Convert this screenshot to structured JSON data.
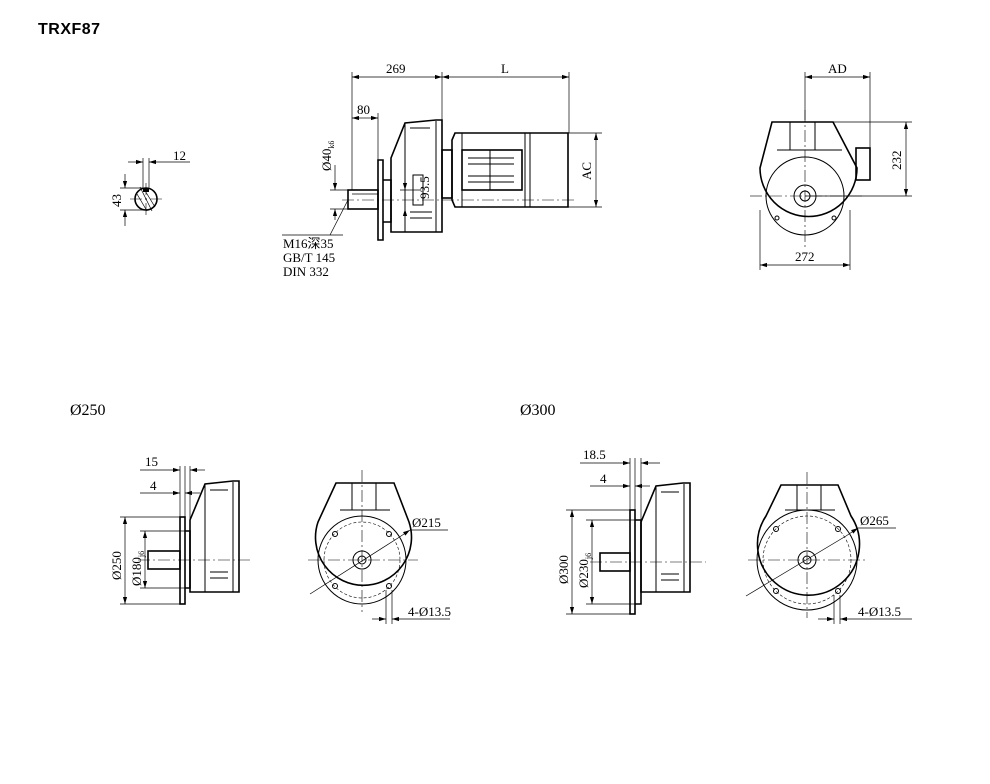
{
  "title": "TRXF87",
  "shaft_section": {
    "width": "12",
    "height": "43"
  },
  "side_view": {
    "dim_flange_to_center": "269",
    "dim_motor_length": "L",
    "dim_shaft_length": "80",
    "dim_shaft_diameter": "Ø40",
    "dim_shaft_diameter_tol": "k6",
    "dim_key_height": "93.5",
    "dim_motor_diameter": "AC",
    "thread_note_1": "M16深35",
    "thread_note_2": "GB/T 145",
    "thread_note_3": "DIN 332"
  },
  "front_view": {
    "dim_ad": "AD",
    "dim_height": "232",
    "dim_width": "272"
  },
  "flange_250": {
    "heading": "Ø250",
    "dim_15": "15",
    "dim_4": "4",
    "dim_outer": "Ø250",
    "dim_spigot": "Ø180",
    "dim_spigot_tol": "j6",
    "dim_pcd": "Ø215",
    "dim_holes": "4-Ø13.5"
  },
  "flange_300": {
    "heading": "Ø300",
    "dim_18_5": "18.5",
    "dim_4": "4",
    "dim_outer": "Ø300",
    "dim_spigot": "Ø230",
    "dim_spigot_tol": "j6",
    "dim_pcd": "Ø265",
    "dim_holes": "4-Ø13.5"
  }
}
